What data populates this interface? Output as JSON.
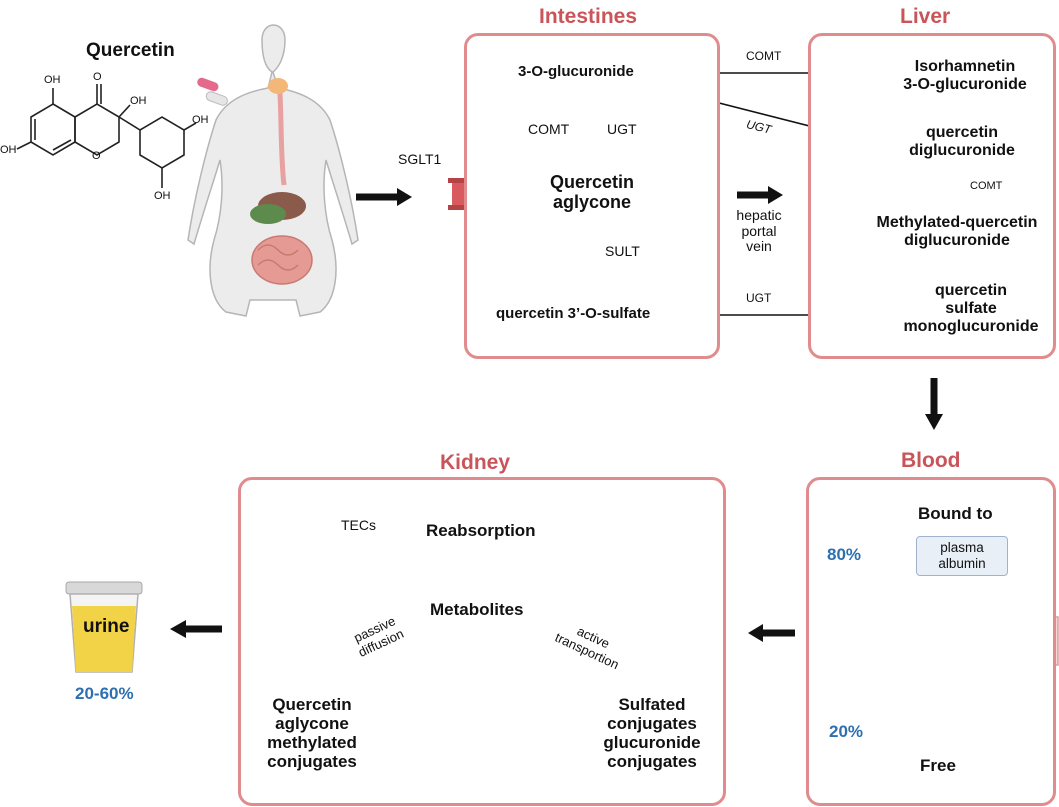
{
  "quercetin": {
    "title": "Quercetin",
    "atoms": {
      "oh1": "OH",
      "o_keto": "O",
      "oh2": "OH",
      "oh3": "OH",
      "o_ring": "O",
      "oh4": "OH",
      "oh5": "OH"
    }
  },
  "sglt1": "SGLT1",
  "intestines": {
    "title": "Intestines",
    "glucuronide": "3-O-glucuronide",
    "comt": "COMT",
    "ugt": "UGT",
    "aglycone_line1": "Quercetin",
    "aglycone_line2": "aglycone",
    "sult": "SULT",
    "sulfate": "quercetin 3’-O-sulfate"
  },
  "portal": {
    "line1": "hepatic",
    "line2": "portal",
    "line3": "vein"
  },
  "arrows": {
    "comt": "COMT",
    "ugt_top": "UGT",
    "ugt_bottom": "UGT"
  },
  "liver": {
    "title": "Liver",
    "isorhamnetin_line1": "Isorhamnetin",
    "isorhamnetin_line2": "3-O-glucuronide",
    "diglucuronide_line1": "quercetin",
    "diglucuronide_line2": "diglucuronide",
    "comt": "COMT",
    "methylated_line1": "Methylated-quercetin",
    "methylated_line2": "diglucuronide",
    "sulfate_line1": "quercetin",
    "sulfate_line2": "sulfate",
    "sulfate_line3": "monoglucuronide"
  },
  "blood": {
    "title": "Blood",
    "bound": "Bound to",
    "albumin_line1": "plasma",
    "albumin_line2": "albumin",
    "pct_bound": "80%",
    "pct_free": "20%",
    "free": "Free"
  },
  "kidney": {
    "title": "Kidney",
    "tecs": "TECs",
    "reabsorption": "Reabsorption",
    "metabolites": "Metabolites",
    "passive_line1": "passive",
    "passive_line2": "diffusion",
    "active_line1": "active",
    "active_line2": "transportion",
    "left_line1": "Quercetin",
    "left_line2": "aglycone",
    "left_line3": "methylated",
    "left_line4": "conjugates",
    "right_line1": "Sulfated",
    "right_line2": "conjugates",
    "right_line3": "glucuronide",
    "right_line4": "conjugates"
  },
  "urine": {
    "label": "urine",
    "pct": "20-60%"
  },
  "colors": {
    "accent": "#c9555a",
    "box_border": "#e08c8e",
    "percent_blue": "#2e6fb0",
    "intestine": "#e9a39b",
    "liver": "#e4a79a",
    "urine": "#f2d247"
  }
}
